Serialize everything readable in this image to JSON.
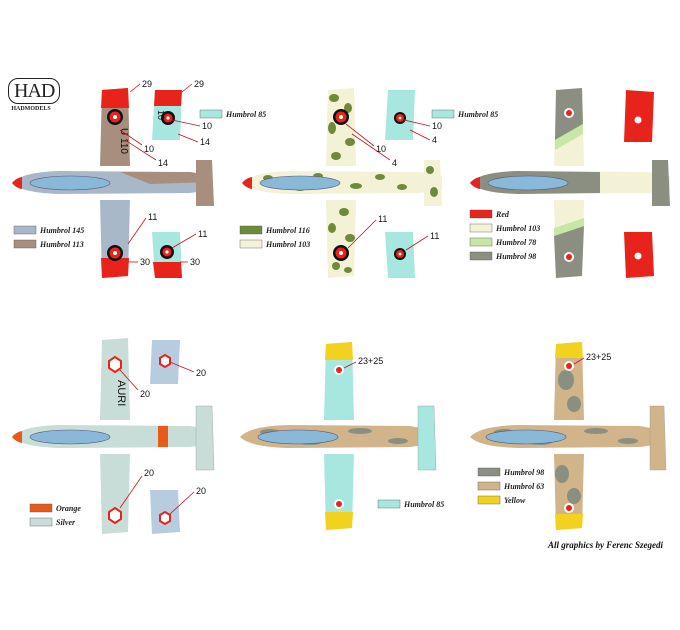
{
  "logo": {
    "mark": "HAD",
    "name": "HADMODELS"
  },
  "credit": "All graphics by Ferenc Szegedi",
  "colors": {
    "humbrol_145": "#a9b8c9",
    "humbrol_113": "#a88e7e",
    "humbrol_85": "#a8e6e0",
    "humbrol_116": "#6f8a3a",
    "humbrol_103": "#f3f1d6",
    "red": "#e8231c",
    "humbrol_78": "#c8e6a8",
    "humbrol_98": "#8a8f82",
    "orange": "#e85a18",
    "silver": "#c8dcd8",
    "humbrol_63": "#d1b48a",
    "yellow": "#f2d21e",
    "leader": "#c0141c"
  },
  "panels": [
    {
      "legend": [
        {
          "label": "Humbrol 145",
          "color": "#a9b8c9"
        },
        {
          "label": "Humbrol 113",
          "color": "#a88e7e"
        }
      ],
      "underside_legend": "Humbrol  85",
      "callouts": [
        "29",
        "10",
        "14",
        "29",
        "10",
        "14",
        "11",
        "30",
        "11",
        "30"
      ],
      "serial": "U 110",
      "serial_short": "10"
    },
    {
      "legend": [
        {
          "label": "Humbrol 116",
          "color": "#6f8a3a"
        },
        {
          "label": "Humbrol 103",
          "color": "#f3f1d6"
        }
      ],
      "underside_legend": "Humbrol  85",
      "callouts": [
        "10",
        "4",
        "10",
        "4",
        "11",
        "11"
      ]
    },
    {
      "legend": [
        {
          "label": "Red",
          "color": "#e8231c"
        },
        {
          "label": "Humbrol 103",
          "color": "#f3f1d6"
        },
        {
          "label": "Humbrol 78",
          "color": "#c8e6a8"
        },
        {
          "label": "Humbrol 98",
          "color": "#8a8f82"
        }
      ]
    },
    {
      "legend": [
        {
          "label": "Orange",
          "color": "#e85a18"
        },
        {
          "label": "Silver",
          "color": "#c8dcd8"
        }
      ],
      "callouts": [
        "20",
        "20",
        "20",
        "20"
      ],
      "serial": "AURI"
    },
    {
      "underside_legend": "Humbrol  85",
      "callouts": [
        "23+25"
      ]
    },
    {
      "legend": [
        {
          "label": "Humbrol 98",
          "color": "#8a8f82"
        },
        {
          "label": "Humbrol 63",
          "color": "#d1b48a"
        },
        {
          "label": "Yellow",
          "color": "#f2d21e"
        }
      ],
      "callouts": [
        "23+25"
      ]
    }
  ]
}
